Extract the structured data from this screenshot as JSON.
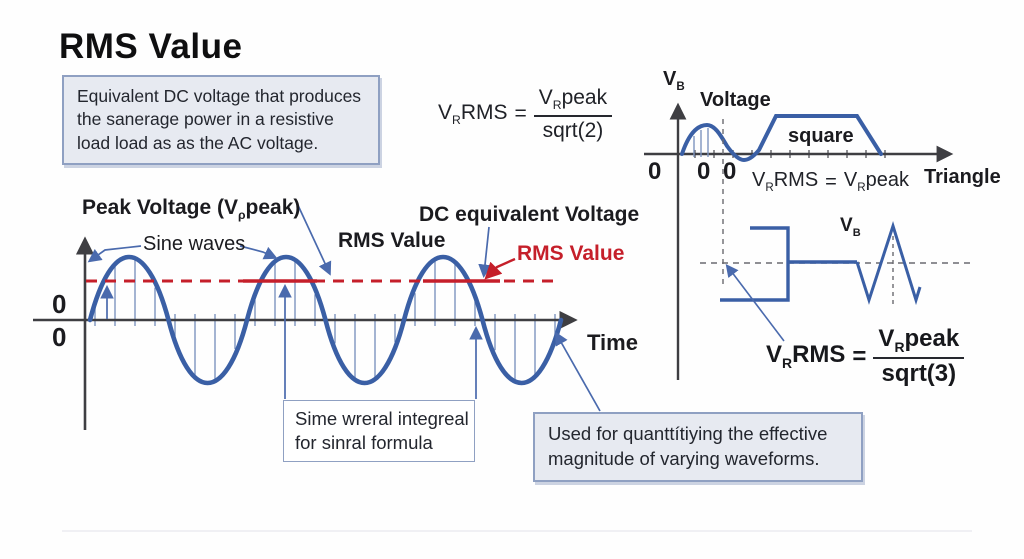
{
  "title": "RMS Value",
  "colors": {
    "wave_blue": "#3a5fa5",
    "sample_blue": "#7e95bf",
    "callout_blue": "#4a6aad",
    "axis_gray": "#3e3e42",
    "rms_red": "#c51f2a",
    "box_border": "#8fa0c2",
    "box_bg": "#e7eaf1"
  },
  "definition_box": {
    "line1": "Equivalent DC voltage that produces",
    "line2": "the sanerage power in a resistive",
    "line3": "load load as as the AC voltage."
  },
  "formula_sine": {
    "lhs_base": "V",
    "lhs_sub": "R",
    "lhs_tail": "RMS",
    "equals": "=",
    "num_base": "V",
    "num_sub": "R",
    "num_tail": "peak",
    "den": "sqrt(2)"
  },
  "formula_triangle": {
    "lhs_base": "V",
    "lhs_sub": "R",
    "lhs_tail": "RMS",
    "equals": "=",
    "num_base": "V",
    "num_sub": "R",
    "num_tail": "peak",
    "den": "sqrt(3)"
  },
  "main_chart": {
    "peak_label_pre": "Peak Voltage (V",
    "peak_label_sub": "ρ",
    "peak_label_post": "peak)",
    "sine_waves_label": "Sine waves",
    "rms_label": "RMS Value",
    "dc_label": "DC equivalent Voltage",
    "rms_red_label": "RMS Value",
    "x_axis_label": "Time",
    "origin_upper": "0",
    "origin_lower": "0"
  },
  "square_chart": {
    "y_axis_base": "V",
    "y_axis_sub": "B",
    "voltage_label": "Voltage",
    "square_label": "square",
    "zeros": [
      "0",
      "0",
      "0"
    ],
    "equation": {
      "lhs_base": "V",
      "lhs_sub": "R",
      "lhs_tail": "RMS",
      "equals": "=",
      "rhs_base": "V",
      "rhs_sub": "R",
      "rhs_tail": "peak"
    },
    "triangle_label": "Triangle"
  },
  "triangle_chart": {
    "vb_base": "V",
    "vb_sub": "B"
  },
  "integral_box": {
    "line1": "Sime wreral integreal",
    "line2": "for sinral formula"
  },
  "usage_box": {
    "line1": "Used for quanttítiying the effective",
    "line2": "magnitude of varying waveforms."
  }
}
